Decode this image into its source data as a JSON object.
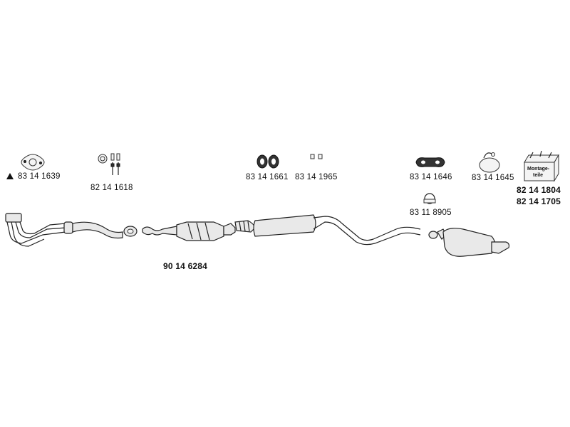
{
  "parts": {
    "gasket_flange": "83 14 1639",
    "bolts_springs": "82 14 1618",
    "rubber_mounts": "83 14 1661",
    "small_clips": "83 14 1965",
    "rubber_strap": "83 14 1646",
    "clamp": "83 11 8905",
    "gasket_round": "83 14 1645",
    "mounting_kit_1": "82 14 1804",
    "mounting_kit_2": "82 14 1705",
    "catalyst": "90 14 6284"
  },
  "kit_box_text": {
    "line1": "Montage-",
    "line2": "teile"
  }
}
